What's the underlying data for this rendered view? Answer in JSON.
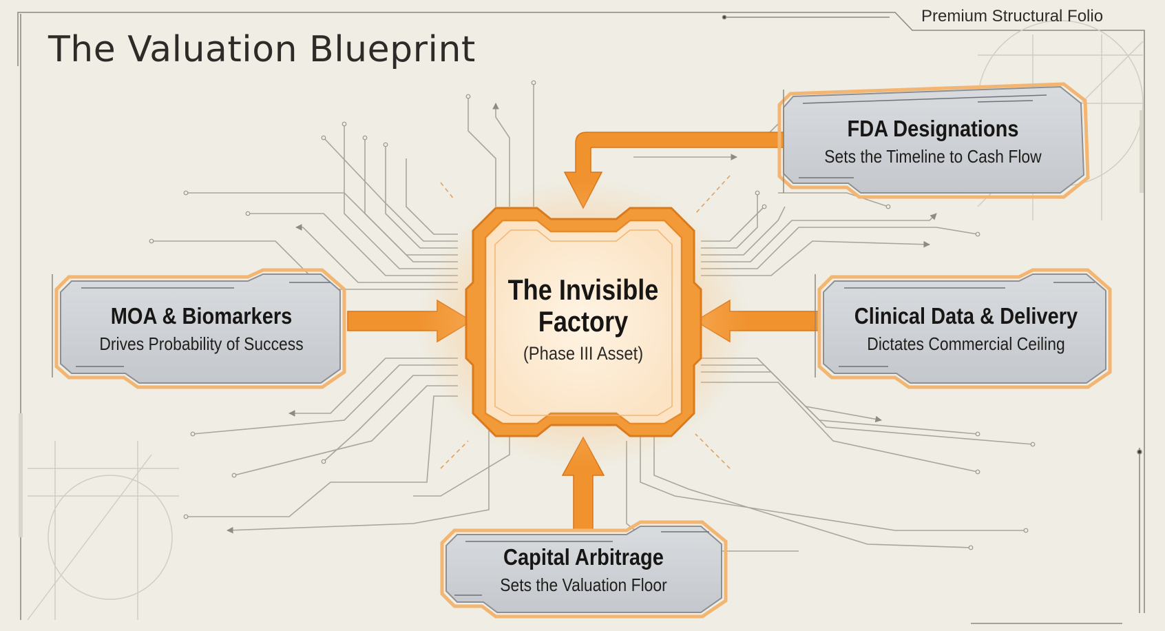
{
  "header": {
    "title": "The Valuation Blueprint",
    "tag": "Premium Structural Folio"
  },
  "center": {
    "title_line1": "The Invisible",
    "title_line2": "Factory",
    "subtitle": "(Phase III Asset)"
  },
  "nodes": {
    "fda": {
      "title": "FDA Designations",
      "subtitle": "Sets the Timeline to Cash Flow"
    },
    "moa": {
      "title": "MOA & Biomarkers",
      "subtitle": "Drives Probability of Success"
    },
    "clinical": {
      "title": "Clinical Data & Delivery",
      "subtitle": "Dictates Commercial Ceiling"
    },
    "capital": {
      "title": "Capital Arbitrage",
      "subtitle": "Sets the Valuation Floor"
    }
  },
  "colors": {
    "background": "#efede4",
    "accent_orange": "#f0922e",
    "node_fill": "#cfd2d6",
    "circuit_line": "#a9a59a"
  }
}
